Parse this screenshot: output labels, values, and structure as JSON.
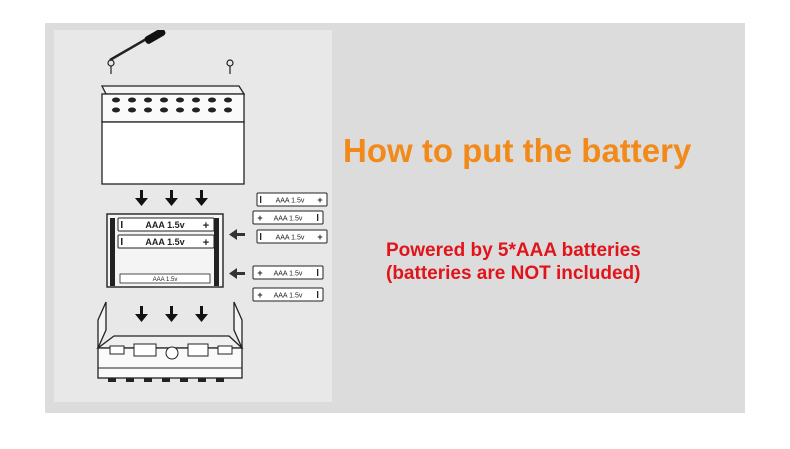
{
  "title": "How to put the battery",
  "notes": {
    "line1": "Powered by 5*AAA batteries",
    "line2": "(batteries are NOT included)"
  },
  "battery_label": "AAA 1.5v",
  "holder_label": "AAA 1.5v",
  "colors": {
    "title": "#f28a1a",
    "note": "#e0141a",
    "panel": "#dcdcdc",
    "diagram_bg": "#e8e8e8"
  }
}
